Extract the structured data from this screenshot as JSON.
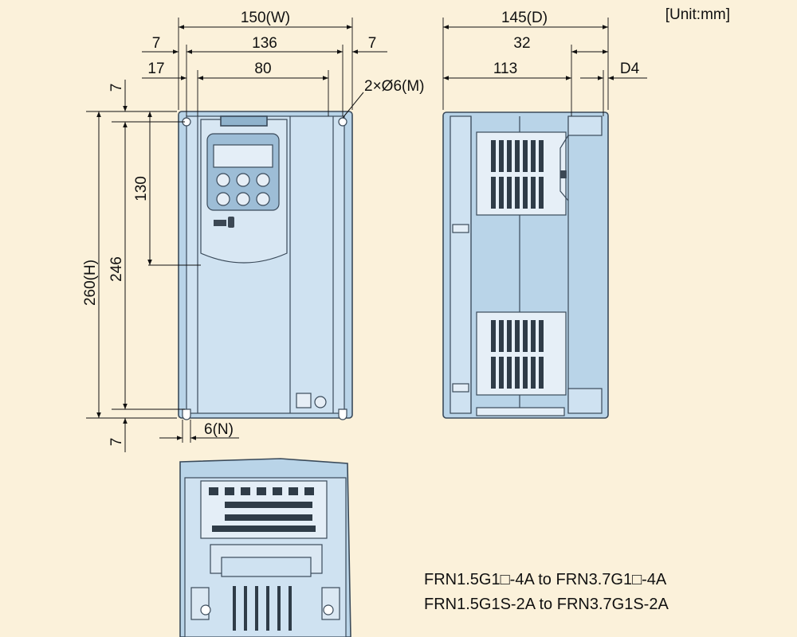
{
  "unit_label": "[Unit:mm]",
  "dimensions": {
    "width_total": "150(W)",
    "width_136": "136",
    "side_7_left": "7",
    "side_7_right": "7",
    "offset_17": "17",
    "width_80": "80",
    "mount_holes": "2×Ø6(M)",
    "depth_total": "145(D)",
    "depth_32": "32",
    "depth_113": "113",
    "depth_d4": "D4",
    "top_7": "7",
    "height_130": "130",
    "height_total": "260(H)",
    "height_246": "246",
    "bottom_7": "7",
    "notch_6": "6(N)"
  },
  "caption": {
    "line1": "FRN1.5G1□-4A to FRN3.7G1□-4A",
    "line2": "FRN1.5G1S-2A to FRN3.7G1S-2A"
  }
}
